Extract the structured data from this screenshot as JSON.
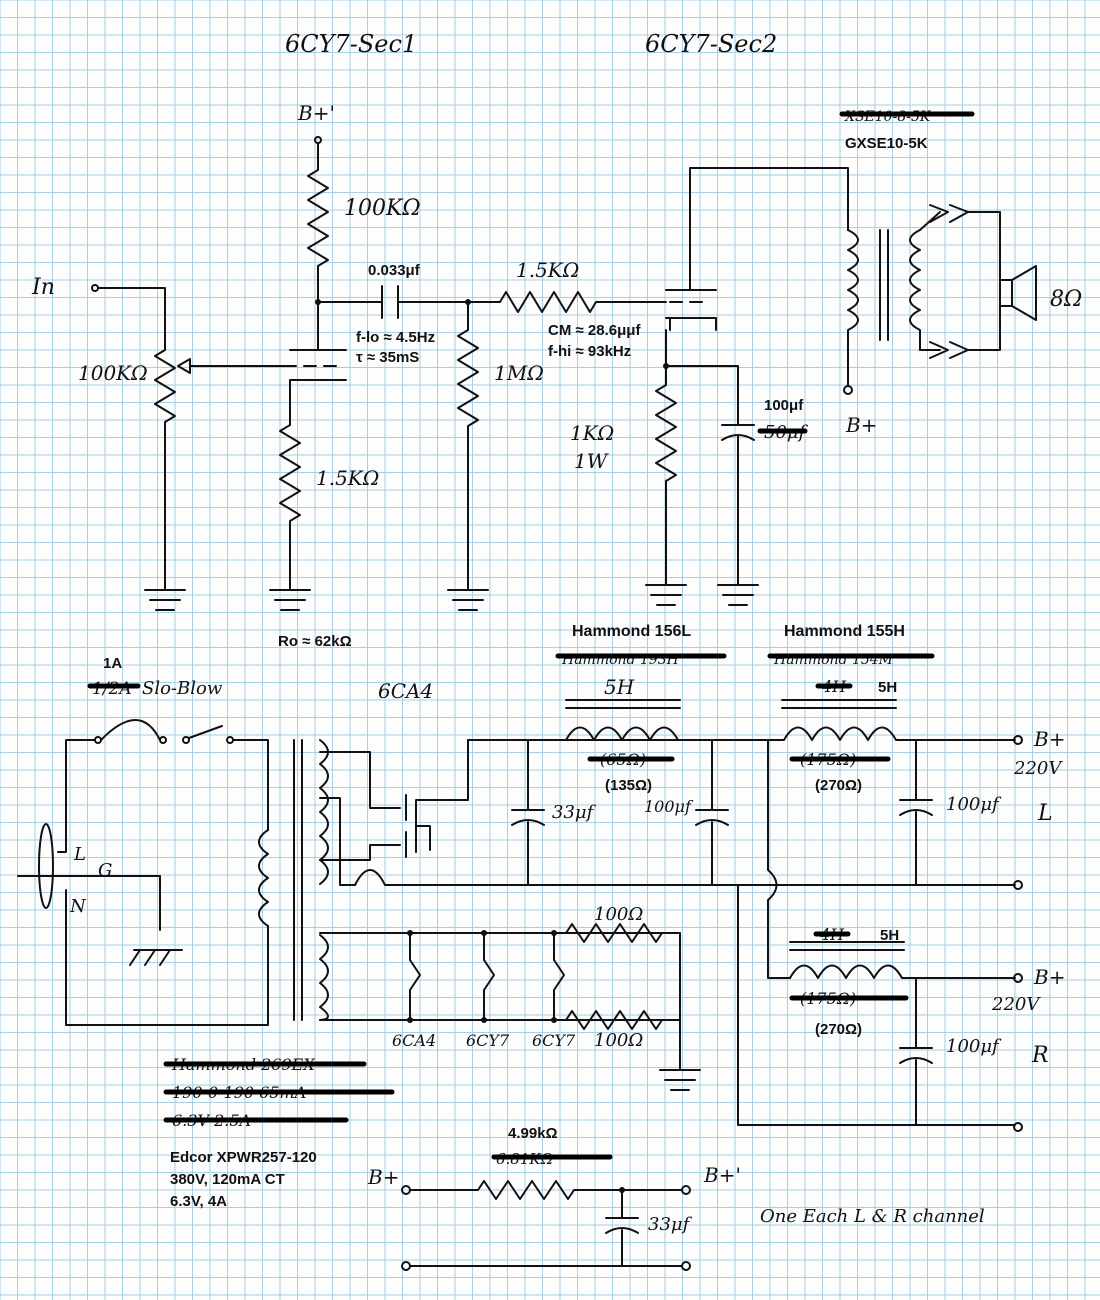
{
  "title": {
    "left_section": "6CY7-Sec1",
    "right_section": "6CY7-Sec2"
  },
  "preamp": {
    "input_label": "In",
    "volume_pot": "100KΩ",
    "bplus_prime": "B+'",
    "plate_resistor": "100KΩ",
    "cathode_resistor": "1.5KΩ",
    "coupling_cap": "0.033μf",
    "f_lo": "f-lo ≈ 4.5Hz",
    "tau": "τ ≈ 35mS",
    "grid_leak": "1MΩ",
    "output_impedance": "Ro ≈ 62kΩ"
  },
  "output_stage": {
    "grid_stopper": "1.5KΩ",
    "miller_cap": "CM ≈ 28.6μμf",
    "f_hi": "f-hi ≈ 93kHz",
    "cathode_resistor": "1KΩ",
    "cathode_resistor_power": "1W",
    "bypass_cap_new": "100μf",
    "bypass_cap_old": "50μf",
    "bplus": "B+",
    "transformer_old": "XSE10-8-5K",
    "transformer_new": "GXSE10-5K",
    "speaker": "8Ω"
  },
  "power_supply": {
    "fuse_new": "1A",
    "fuse_old": "1/2A",
    "fuse_type": "Slo-Blow",
    "rectifier": "6CA4",
    "mains_labels": [
      "L",
      "G",
      "N"
    ],
    "choke1_new": "Hammond 156L",
    "choke1_old": "Hammond 193H",
    "choke1_inductance": "5H",
    "choke1_dcr_old": "(65Ω)",
    "choke1_dcr_new": "(135Ω)",
    "cap1": "33μf",
    "cap2": "100μf",
    "choke2_new": "Hammond 155H",
    "choke2_old": "Hammond 154M",
    "choke2_old_inductance": "4H",
    "choke2_inductance": "5H",
    "choke2_dcr_old": "(175Ω)",
    "choke2_dcr_new": "(270Ω)",
    "b_plus_out": "B+",
    "b_plus_voltage_L": "220V",
    "channel_L": "L",
    "cap_L": "100μf",
    "choke3_old_inductance": "4H",
    "choke3_inductance": "5H",
    "choke3_dcr_old": "(175Ω)",
    "choke3_dcr_new": "(270Ω)",
    "b_plus_voltage_R": "220V",
    "channel_R": "R",
    "cap_R": "100μf",
    "heater_resistor_top": "100Ω",
    "heater_resistor_bottom": "100Ω",
    "heater_tubes": [
      "6CA4",
      "6CY7",
      "6CY7"
    ],
    "ptx_old": [
      "Hammond 269EX",
      "190-0-190 65mA",
      "6.3V 2.5A"
    ],
    "ptx_new": [
      "Edcor XPWR257-120",
      "380V, 120mA CT",
      "6.3V, 4A"
    ]
  },
  "decoupling": {
    "resistor_new": "4.99kΩ",
    "resistor_old": "6.81KΩ",
    "bplus_in": "B+",
    "bplus_out": "B+'",
    "cap": "33μf",
    "note": "One Each L & R channel"
  }
}
